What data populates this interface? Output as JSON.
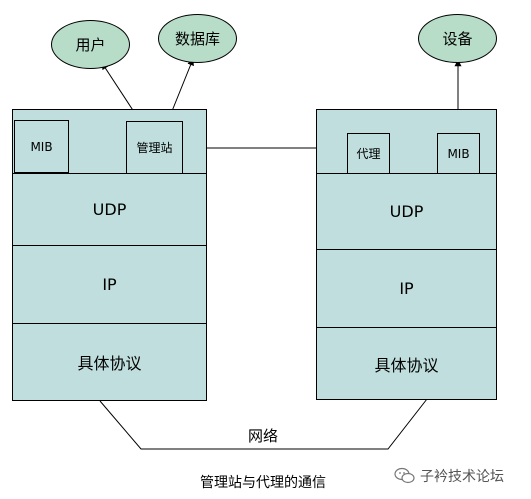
{
  "ellipses": {
    "user": "用户",
    "database": "数据库",
    "device": "设备"
  },
  "left_stack": {
    "mib": "MIB",
    "manager": "管理站",
    "udp": "UDP",
    "ip": "IP",
    "protocol": "具体协议"
  },
  "right_stack": {
    "agent": "代理",
    "mib": "MIB",
    "udp": "UDP",
    "ip": "IP",
    "protocol": "具体协议"
  },
  "network_label": "网络",
  "caption": "管理站与代理的通信",
  "watermark": "子衿技术论坛",
  "colors": {
    "layer_fill": "#bfdedd",
    "ellipse_fill": "#b7dcc8"
  }
}
